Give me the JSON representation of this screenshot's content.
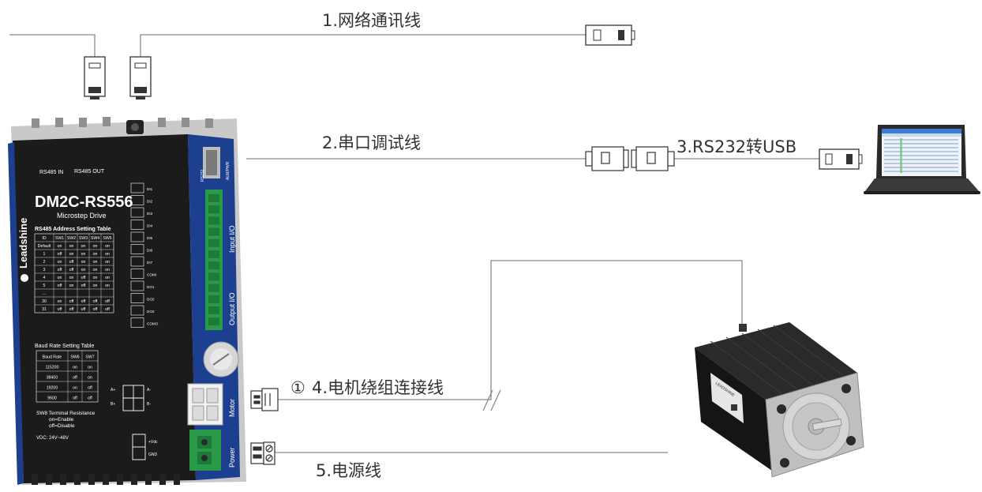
{
  "cables": {
    "c1": "1.网络通讯线",
    "c2": "2.串口调试线",
    "c3": "3.RS232转USB",
    "c4_marker": "①",
    "c4": "4.电机绕组连接线",
    "c5": "5.电源线"
  },
  "drive": {
    "model": "DM2C-RS556",
    "subtitle": "Microstep Drive",
    "brand": "Leadshine",
    "rs485_in": "RS485 IN",
    "rs485_out": "RS485 OUT",
    "address_table_title": "RS485 Address Setting Table",
    "address_header": [
      "ID",
      "SW1",
      "SW2",
      "SW3",
      "SW4",
      "SW5"
    ],
    "address_rows": [
      [
        "Default",
        "on",
        "on",
        "on",
        "on",
        "on"
      ],
      [
        "1",
        "off",
        "on",
        "on",
        "on",
        "on"
      ],
      [
        "2",
        "on",
        "off",
        "on",
        "on",
        "on"
      ],
      [
        "3",
        "off",
        "off",
        "on",
        "on",
        "on"
      ],
      [
        "4",
        "on",
        "on",
        "off",
        "on",
        "on"
      ],
      [
        "5",
        "off",
        "on",
        "off",
        "on",
        "on"
      ],
      [
        "...",
        "",
        "",
        "",
        "",
        ""
      ],
      [
        "30",
        "on",
        "off",
        "off",
        "off",
        "off"
      ],
      [
        "31",
        "off",
        "off",
        "off",
        "off",
        "off"
      ]
    ],
    "baud_table_title": "Baud Rate Setting Table",
    "baud_header": [
      "Baud Rate",
      "SW6",
      "SW7"
    ],
    "baud_rows": [
      [
        "115200",
        "on",
        "on"
      ],
      [
        "38400",
        "off",
        "on"
      ],
      [
        "19200",
        "on",
        "off"
      ],
      [
        "9600",
        "off",
        "off"
      ]
    ],
    "sw8_line1": "SW8 Terminal Resistance",
    "sw8_line2": "on=Enable",
    "sw8_line3": "off=Disable",
    "vdc": "VDC: 24V~48V",
    "input_io": "Input I/O",
    "output_io": "Output I/O",
    "motor": "Motor",
    "power": "Power",
    "alm_pwr": "ALM/PWR",
    "rs232": "RS232",
    "input_pins": [
      "DI1",
      "DI2",
      "DI3",
      "DI4",
      "DI5",
      "DI6",
      "DI7",
      "COMI"
    ],
    "output_pins": [
      "DO1",
      "DO2",
      "DO3",
      "COMO"
    ],
    "motor_pins": [
      "A+",
      "A-",
      "B+",
      "B-"
    ],
    "power_pins": [
      "+Vdc",
      "GND"
    ]
  },
  "motor": {
    "label_plate": "LEADSHINE"
  },
  "colors": {
    "line": "#8a8a8a",
    "drive_body": "#1b1b1b",
    "drive_blue": "#1d3f8f",
    "terminal_green": "#2a9a48",
    "laptop_screen": "#3a7bd5"
  }
}
